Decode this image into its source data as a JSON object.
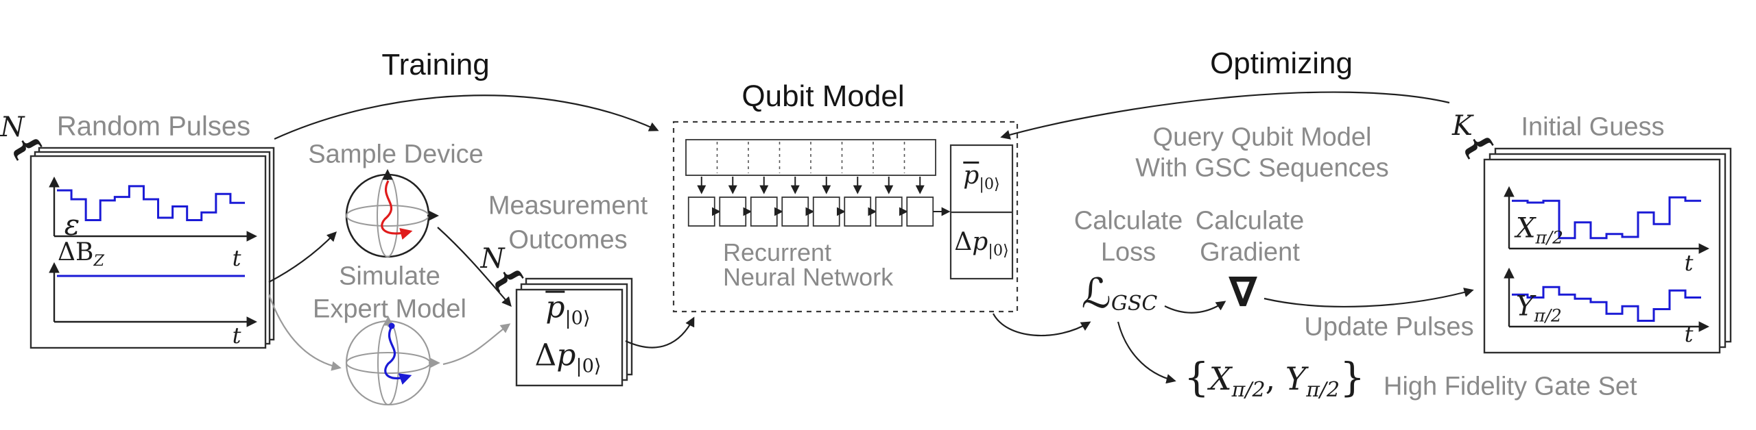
{
  "colors": {
    "pulse_blue": "#1a1ad6",
    "trajectory_red": "#e01b1b",
    "label_gray": "#8a8a8a",
    "line_black": "#1f1f1f",
    "sphere_gray": "#9a9a9a"
  },
  "stages": {
    "training": "Training",
    "qubit_model": "Qubit Model",
    "optimizing": "Optimizing"
  },
  "random_pulses": {
    "count_label": "N",
    "title": "Random Pulses",
    "epsilon_label": "ε",
    "delta_b_label": "ΔB",
    "delta_b_sub": "Z",
    "time_label": "t"
  },
  "sample_device": {
    "title": "Sample Device"
  },
  "expert_model": {
    "line1": "Simulate",
    "line2": "Expert Model"
  },
  "measurement": {
    "line1": "Measurement",
    "line2": "Outcomes",
    "count_label": "N",
    "p_mean": "p",
    "ket": "|0⟩",
    "delta_p": "Δ",
    "p_plain": "p"
  },
  "qubit_model": {
    "rnn_line1": "Recurrent",
    "rnn_line2": "Neural Network",
    "cell_count": 8,
    "out_p_mean": "p",
    "out_ket": "|0⟩",
    "out_delta": "Δ",
    "out_p_plain": "p"
  },
  "optimizing": {
    "query_line1": "Query Qubit Model",
    "query_line2": "With GSC Sequences",
    "calc_loss_line1": "Calculate",
    "calc_loss_line2": "Loss",
    "calc_grad_line1": "Calculate",
    "calc_grad_line2": "Gradient",
    "loss_symbol": "ℒ",
    "loss_sub": "GSC",
    "nabla": "∇",
    "update_pulses": "Update Pulses",
    "gate_open": "{",
    "gate_x": "X",
    "gate_x_sub": "π/2",
    "gate_comma": ", ",
    "gate_y": "Y",
    "gate_y_sub": "π/2",
    "gate_close": "}",
    "high_fidelity": "High Fidelity Gate Set",
    "count_label": "K",
    "initial_guess": "Initial Guess",
    "x_label": "X",
    "x_sub": "π/2",
    "y_label": "Y",
    "y_sub": "π/2",
    "time_label": "t"
  },
  "chart_data": [
    {
      "id": "epsilon_pulse",
      "type": "line",
      "subtype": "step",
      "series_label": "ε",
      "xlabel": "t",
      "ylim": [
        0,
        1
      ],
      "values": [
        0.77,
        0.62,
        0.27,
        0.6,
        0.66,
        0.84,
        0.62,
        0.31,
        0.5,
        0.27,
        0.4,
        0.71,
        0.56
      ]
    },
    {
      "id": "delta_bz",
      "type": "line",
      "subtype": "constant",
      "series_label": "ΔB_Z",
      "xlabel": "t",
      "ylim": [
        0,
        1
      ],
      "values": [
        0.77
      ]
    },
    {
      "id": "x_pi_2_pulse",
      "type": "line",
      "subtype": "step",
      "series_label": "X_π/2",
      "xlabel": "t",
      "ylim": [
        0,
        1
      ],
      "values": [
        0.82,
        0.79,
        0.82,
        0.18,
        0.45,
        0.18,
        0.25,
        0.2,
        0.62,
        0.42,
        0.88,
        0.82
      ]
    },
    {
      "id": "y_pi_2_pulse",
      "type": "line",
      "subtype": "step",
      "series_label": "Y_π/2",
      "xlabel": "t",
      "ylim": [
        0,
        1
      ],
      "values": [
        0.55,
        0.5,
        0.68,
        0.55,
        0.48,
        0.42,
        0.22,
        0.35,
        0.1,
        0.3,
        0.62,
        0.5
      ]
    }
  ]
}
